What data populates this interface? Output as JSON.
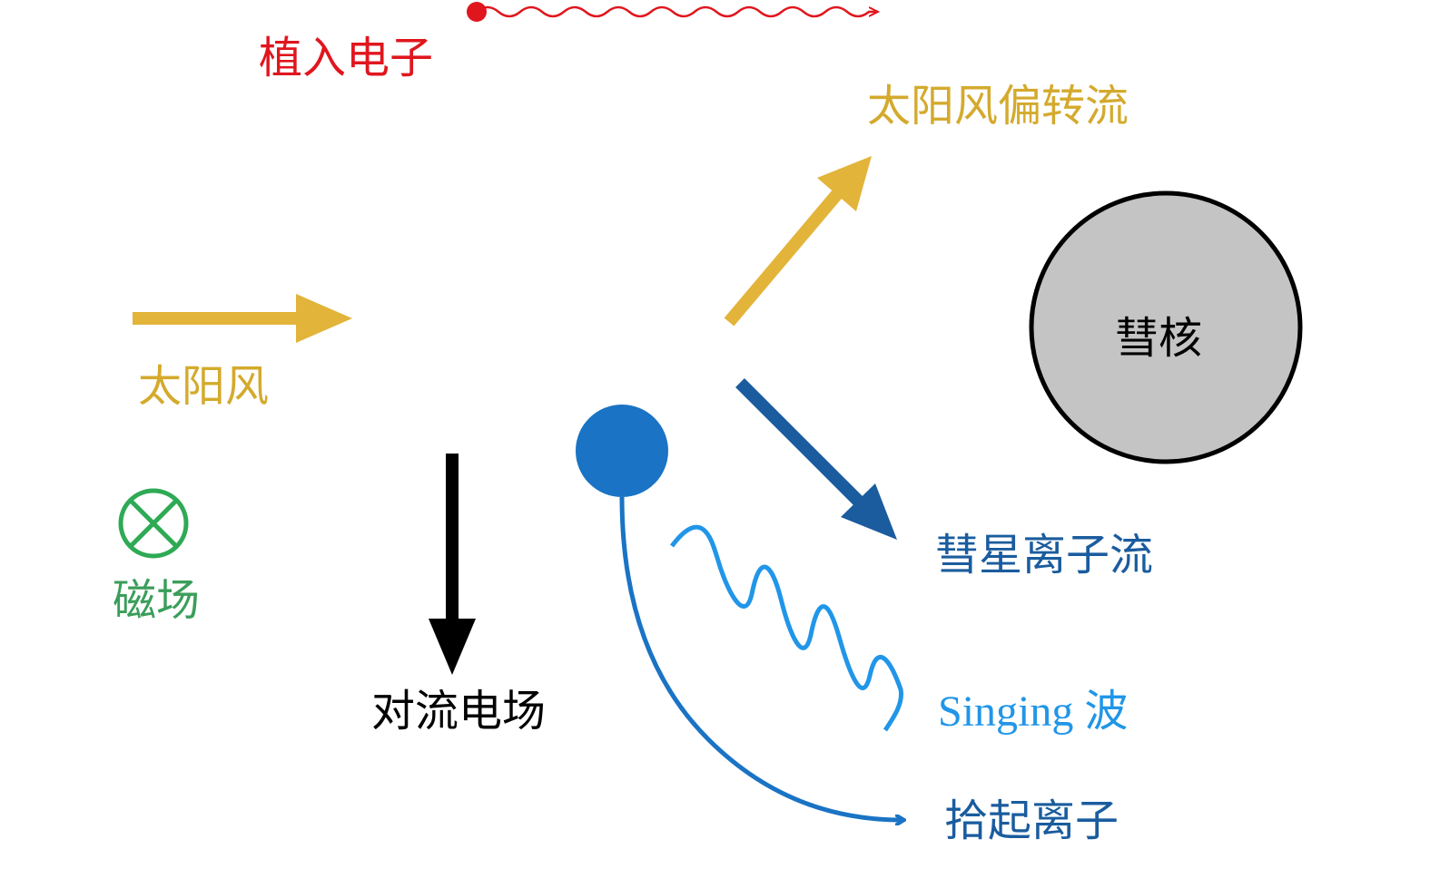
{
  "labels": {
    "implanted_electron": "植入电子",
    "deflected_solar_wind": "太阳风偏转流",
    "comet_nucleus": "彗核",
    "solar_wind": "太阳风",
    "magnetic_field": "磁场",
    "convective_electric_field": "对流电场",
    "comet_ion_flow": "彗星离子流",
    "singing_wave": "Singing 波",
    "pickup_ion": "拾起离子"
  },
  "colors": {
    "red": "#e0161e",
    "gold": "#e3b43a",
    "gold_text": "#d4aa2d",
    "green": "#2eaa55",
    "green_text": "#3a9e5a",
    "navy": "#1a5c9e",
    "blue": "#1a73c4",
    "light_blue": "#2196e8",
    "black": "#000000",
    "nucleus_fill": "#c4c4c4"
  },
  "icons": {
    "magnetic_field_symbol": "circle-cross-icon (field into page)",
    "electron_dot": "filled-dot-icon",
    "ion_dot": "filled-circle-icon"
  }
}
